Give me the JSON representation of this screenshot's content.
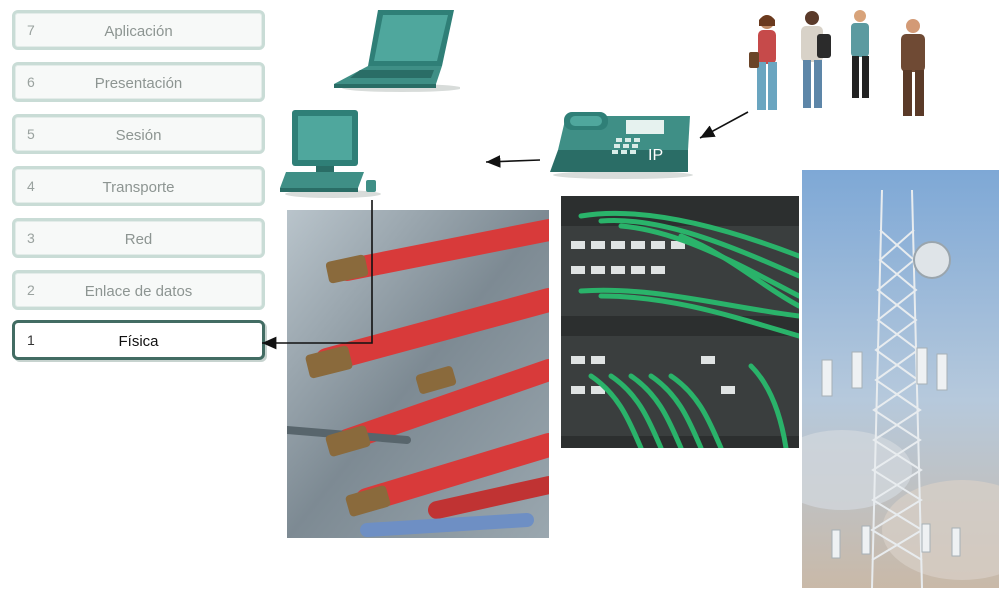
{
  "osi_layers": [
    {
      "number": "7",
      "name": "Aplicación",
      "active": false
    },
    {
      "number": "6",
      "name": "Presentación",
      "active": false
    },
    {
      "number": "5",
      "name": "Sesión",
      "active": false
    },
    {
      "number": "4",
      "name": "Transporte",
      "active": false
    },
    {
      "number": "3",
      "name": "Red",
      "active": false
    },
    {
      "number": "2",
      "name": "Enlace de datos",
      "active": false
    },
    {
      "number": "1",
      "name": "Física",
      "active": true
    }
  ],
  "phone_label": "IP",
  "colors": {
    "device_teal": "#3f8f86",
    "active_border": "#426c63",
    "inactive_border": "#c9dcd6",
    "fiber_red": "#d83a3a",
    "cable_green": "#2ab36a",
    "sky_blue": "#9ebfde"
  }
}
